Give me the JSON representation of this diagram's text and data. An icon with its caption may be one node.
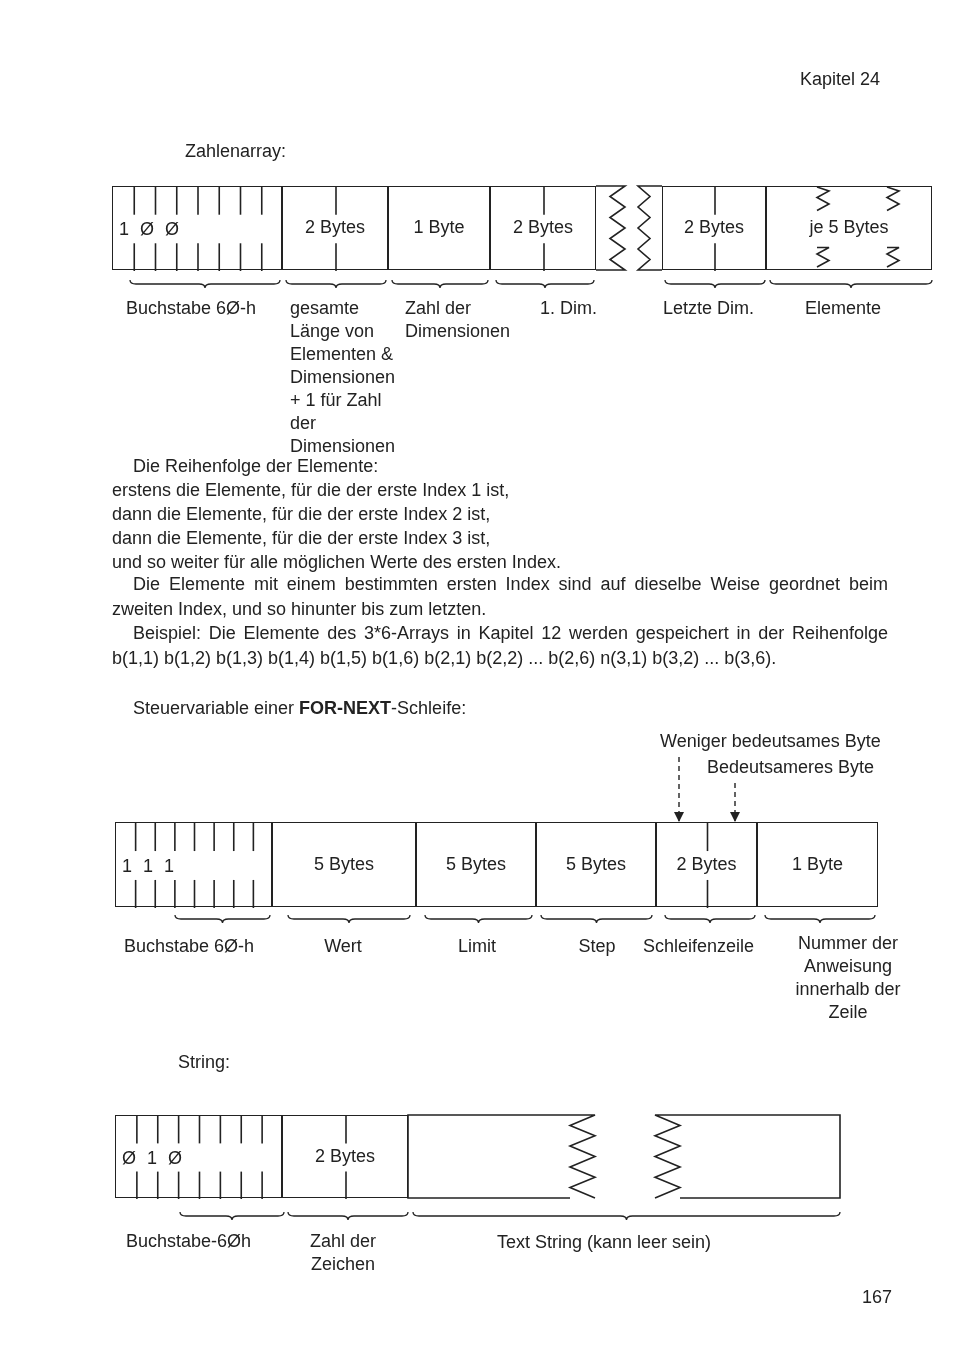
{
  "diagram": {
    "nodes": [
      {
        "text": [
          "1 Ø Ø"
        ],
        "beside": [
          "Buchstabe 6Ø-h"
        ]
      },
      {
        "text": [
          "2 Bytes"
        ],
        "beside": [
          "gesamte Länge von Elementen & Dimensionen + 1 für Zahl der Dimensionen"
        ]
      },
      {
        "text": [
          "1 Byte"
        ],
        "beside": [
          "Zahl der Dimensionen"
        ]
      },
      {
        "text": [
          "2 Bytes"
        ],
        "beside": [
          "1. Dim."
        ]
      },
      {
        "text": [
          "2 Bytes"
        ],
        "beside": [
          "Letzte Dim."
        ]
      },
      {
        "text": [
          "je 5 Bytes"
        ],
        "beside": [
          "Elemente"
        ]
      },
      {
        "text": [
          "1 1 1"
        ],
        "beside": [
          "Buchstabe 6Ø-h"
        ]
      },
      {
        "text": [
          "5 Bytes"
        ],
        "beside": [
          "Wert"
        ]
      },
      {
        "text": [
          "5 Bytes"
        ],
        "beside": [
          "Limit"
        ]
      },
      {
        "text": [
          "5 Bytes"
        ],
        "beside": [
          "Step"
        ]
      },
      {
        "text": [
          "2 Bytes"
        ],
        "beside": [
          "Schleifenzeile"
        ]
      },
      {
        "text": [
          "1 Byte"
        ],
        "beside": [
          "Nummer der Anweisung innerhalb der Zeile"
        ]
      },
      {
        "text": [
          "Weniger bedeutsames Byte"
        ]
      },
      {
        "text": [
          "Bedeutsameres Byte"
        ]
      },
      {
        "text": [
          "Ø 1 Ø"
        ],
        "beside": [
          "Buchstabe-6Øh"
        ]
      },
      {
        "text": [
          "2 Bytes"
        ],
        "beside": [
          "Zahl der Zeichen"
        ]
      },
      {
        "text": [],
        "shape": "box"
      },
      {
        "text": [],
        "shape": "box"
      }
    ],
    "edges": [
      {
        "from": 12,
        "to": 10,
        "arrow": "to",
        "style": "dashed"
      },
      {
        "from": 13,
        "to": 10,
        "arrow": "to",
        "style": "dashed"
      }
    ],
    "labels": [
      "Kapitel 24",
      "Zahlenarray:",
      "Die Reihenfolge der Elemente:",
      "erstens die Elemente, für die der erste Index 1 ist,",
      "dann die Elemente, für die der erste Index 2 ist,",
      "dann die Elemente, für die der erste Index 3 ist,",
      "und so weiter für alle möglichen Werte des ersten Index.",
      "Die Elemente mit einem bestimmten ersten Index sind auf dieselbe Weise geordnet beim zweiten Index, und so hinunter bis zum letzten.",
      "Beispiel: Die Elemente des 3*6-Arrays in Kapitel 12 werden gespeichert in der Reihenfolge b(1,1) b(1,2) b(1,3) b(1,4) b(1,5) b(1,6) b(2,1) b(2,2) ... b(2,6) n(3,1) b(3,2) ... b(3,6).",
      "Steuervariable einer **FOR-NEXT**-Schleife:",
      "String:",
      "Text String (kann leer sein)",
      "167"
    ]
  }
}
